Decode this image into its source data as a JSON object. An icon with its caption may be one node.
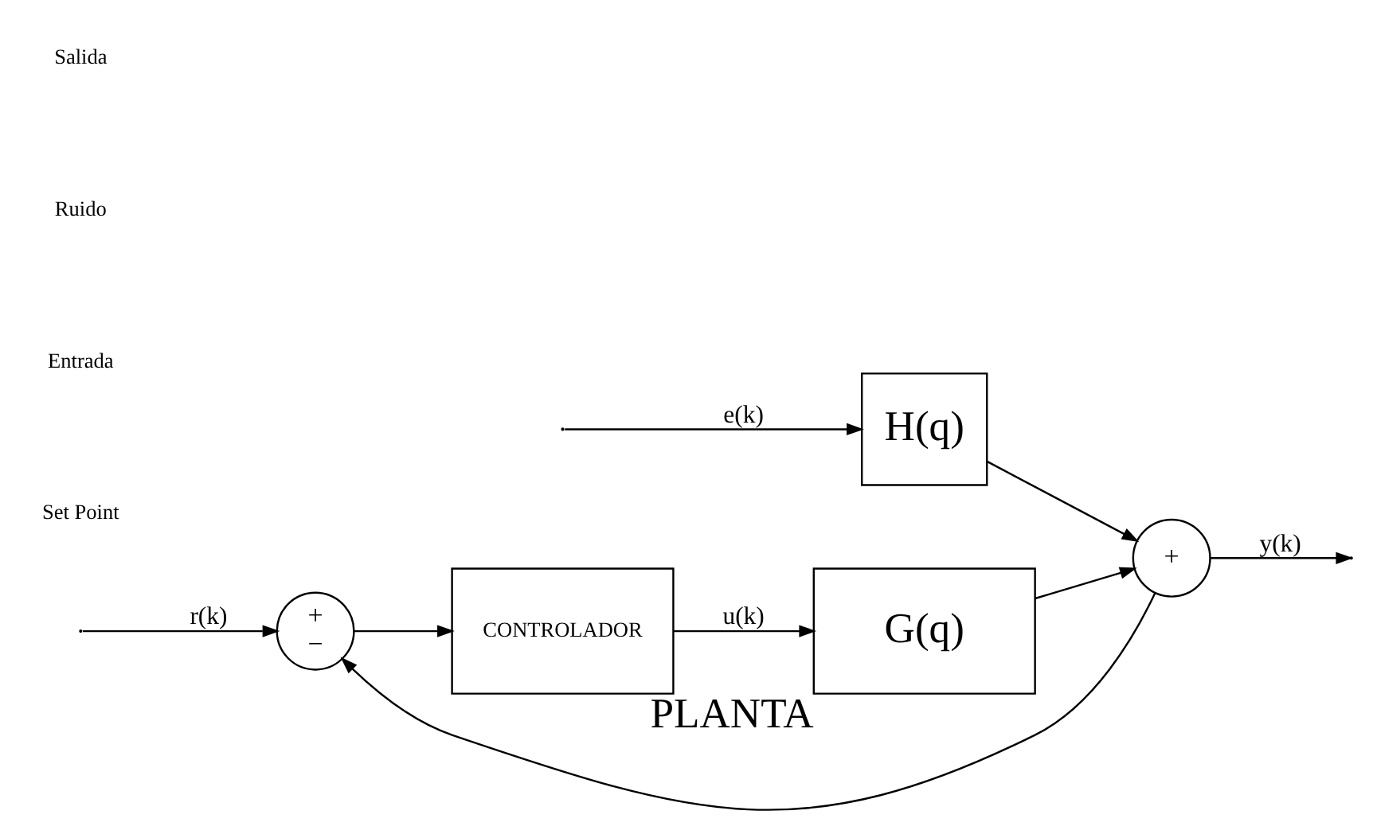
{
  "diagram": {
    "nodes": [
      {
        "text": [
          "+",
          "−"
        ]
      },
      {
        "text": [
          "CONTROLADOR"
        ]
      },
      {
        "text": [
          "G(q)"
        ],
        "beside": [
          "PLANTA"
        ]
      },
      {
        "text": [
          "H(q)"
        ]
      },
      {
        "text": [
          "+"
        ]
      }
    ],
    "edges": [
      {
        "from": null,
        "to": 0,
        "arrow": "to",
        "label": "r(k)"
      },
      {
        "from": 0,
        "to": 1,
        "arrow": "to"
      },
      {
        "from": 1,
        "to": 2,
        "arrow": "to",
        "label": "u(k)"
      },
      {
        "from": 2,
        "to": 4,
        "arrow": "to"
      },
      {
        "from": null,
        "to": 3,
        "arrow": "to",
        "label": "e(k)"
      },
      {
        "from": 3,
        "to": 4,
        "arrow": "to"
      },
      {
        "from": 4,
        "to": null,
        "arrow": "to",
        "label": "y(k)"
      },
      {
        "from": 4,
        "to": 0,
        "arrow": "to"
      }
    ],
    "labels": [
      "Set Point",
      "Entrada",
      "Ruido",
      "Salida"
    ]
  }
}
